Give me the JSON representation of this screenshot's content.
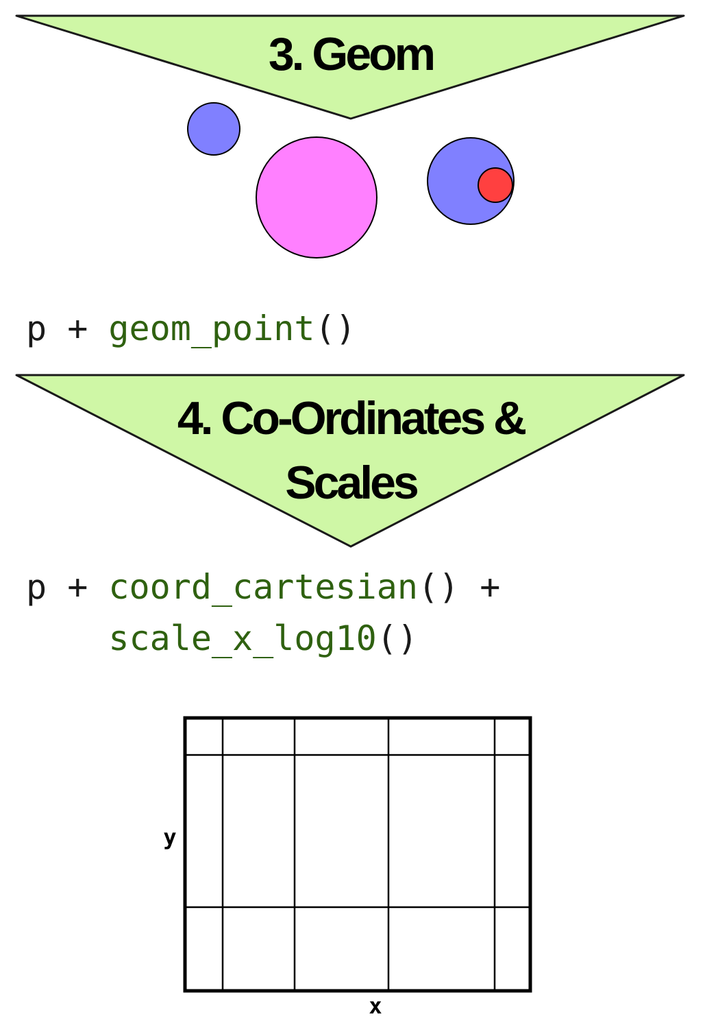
{
  "colors": {
    "banner_fill": "#cff7a6",
    "banner_stroke": "#1a1a1a",
    "code_plain": "#1a1a1a",
    "code_function": "#2f6110",
    "point_blue": "#8080ff",
    "point_pink": "#ff80ff",
    "point_red": "#ff4040"
  },
  "icons": {
    "points": [
      "small-blue-point",
      "large-pink-point",
      "blue-point",
      "red-point"
    ]
  },
  "step3": {
    "title": "3. Geom",
    "code": {
      "prefix": "p + ",
      "func": "geom_point",
      "paren": "()"
    }
  },
  "step4": {
    "title_line1": "4. Co-Ordinates &",
    "title_line2": "Scales",
    "code_line1": {
      "prefix": "p + ",
      "func": "coord_cartesian",
      "paren": "()",
      "suffix": " +"
    },
    "code_line2": {
      "indent": "    ",
      "func": "scale_x_log10",
      "paren": "()"
    }
  },
  "plot": {
    "x_label": "x",
    "y_label": "y"
  }
}
